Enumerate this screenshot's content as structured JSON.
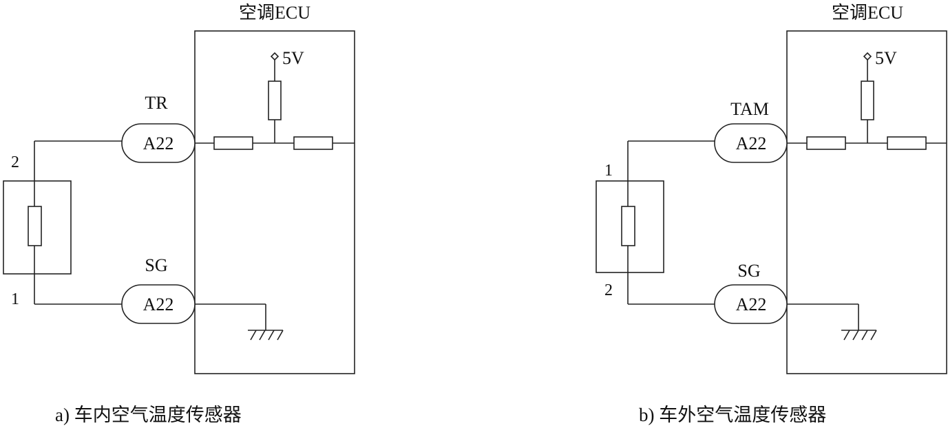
{
  "diagrams": [
    {
      "id": "a",
      "ecu_label": "空调ECU",
      "supply_label": "5V",
      "top_connector": {
        "signal": "TR",
        "code": "A22"
      },
      "bottom_connector": {
        "signal": "SG",
        "code": "A22"
      },
      "sensor_pin_top": "2",
      "sensor_pin_bottom": "1",
      "caption": "a) 车内空气温度传感器"
    },
    {
      "id": "b",
      "ecu_label": "空调ECU",
      "supply_label": "5V",
      "top_connector": {
        "signal": "TAM",
        "code": "A22"
      },
      "bottom_connector": {
        "signal": "SG",
        "code": "A22"
      },
      "sensor_pin_top": "1",
      "sensor_pin_bottom": "2",
      "caption": "b) 车外空气温度传感器"
    }
  ]
}
